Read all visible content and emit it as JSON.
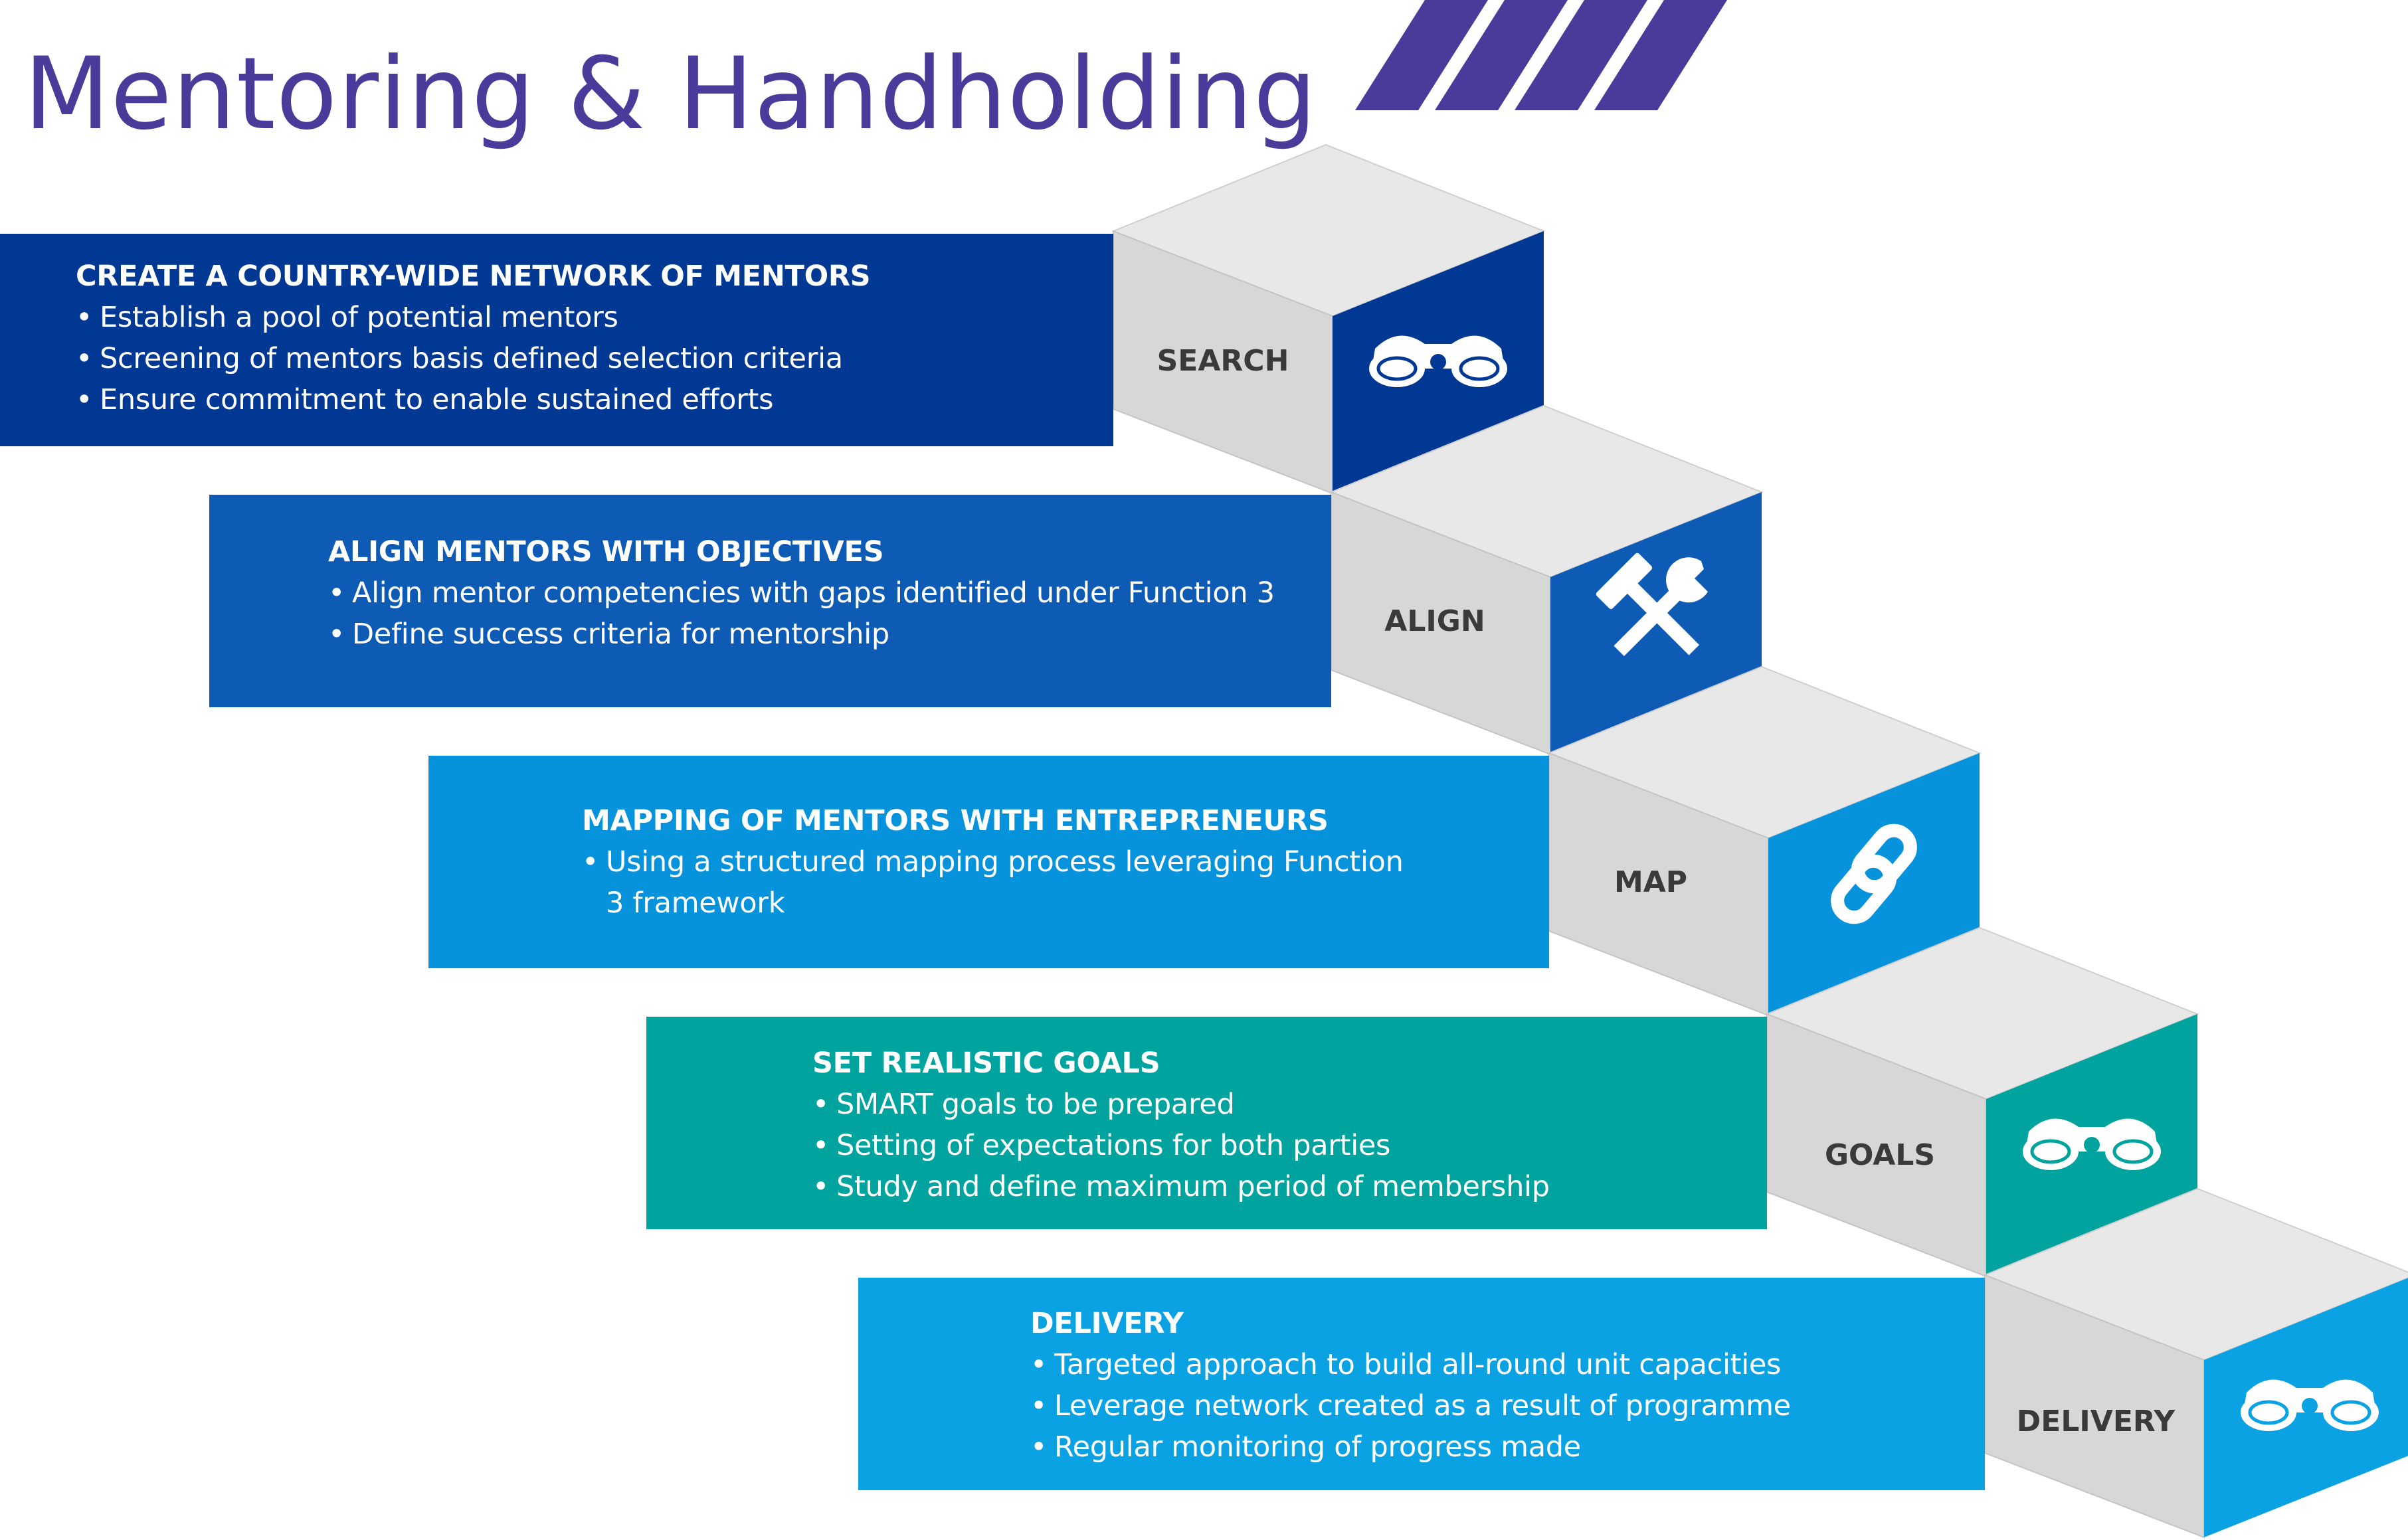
{
  "title": "Mentoring & Handholding",
  "colors": {
    "title": "#4a3a99",
    "stripes": "#4a3a99",
    "step_top": "#e8e8e8",
    "step_front": "#d7d7d7",
    "step_label": "#3a3a3a"
  },
  "steps": [
    {
      "label": "SEARCH",
      "icon": "binoculars-icon",
      "color": "#003893",
      "heading": "CREATE A COUNTRY-WIDE NETWORK OF MENTORS",
      "bullets": [
        "Establish a pool of potential mentors",
        "Screening of mentors basis defined selection criteria",
        "Ensure commitment to enable sustained efforts"
      ]
    },
    {
      "label": "ALIGN",
      "icon": "hammer-wrench-icon",
      "color": "#0d5bb5",
      "heading": "ALIGN MENTORS WITH OBJECTIVES",
      "bullets": [
        "Align mentor competencies with gaps identified under Function 3",
        "Define success criteria for mentorship"
      ]
    },
    {
      "label": "MAP",
      "icon": "chain-link-icon",
      "color": "#0792dc",
      "heading": "MAPPING OF MENTORS WITH ENTREPRENEURS",
      "bullets": [
        "Using a structured mapping process leveraging Function 3 framework"
      ]
    },
    {
      "label": "GOALS",
      "icon": "binoculars-icon",
      "color": "#00a39e",
      "heading": "SET REALISTIC GOALS",
      "bullets": [
        "SMART goals to be prepared",
        "Setting of expectations for both parties",
        "Study and define maximum period of membership"
      ]
    },
    {
      "label": "DELIVERY",
      "icon": "binoculars-icon",
      "color": "#0aa2e3",
      "heading": "DELIVERY",
      "bullets": [
        "Targeted approach to build all-round unit capacities",
        "Leverage network created as a result of programme",
        "Regular monitoring of progress made"
      ]
    }
  ]
}
